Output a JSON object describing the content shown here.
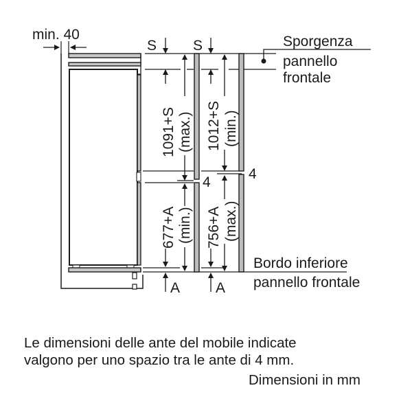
{
  "diagram": {
    "type": "installation-dimension-drawing",
    "subject": "built-in fridge-freezer cabinet doors",
    "labels": {
      "min_gap": "min. 40",
      "s_left": "S",
      "s_right": "S",
      "protrusion_line1": "Sporgenza",
      "protrusion_line2": "pannello",
      "protrusion_line3": "frontale",
      "upper_max_value": "1091+S",
      "upper_max_qual": "(max.)",
      "upper_min_value": "1012+S",
      "upper_min_qual": "(min.)",
      "gap_left": "4",
      "gap_right": "4",
      "lower_min_value": "677+A",
      "lower_min_qual": "(min.)",
      "lower_max_value": "756+A",
      "lower_max_qual": "(max.)",
      "a_left": "A",
      "a_right": "A",
      "bottom_edge_line1": "Bordo inferiore",
      "bottom_edge_line2": "pannello frontale"
    },
    "dimensions_mm": {
      "min_side_clearance": 40,
      "upper_door_max": "1091+S",
      "upper_door_min": "1012+S",
      "lower_door_min": "677+A",
      "lower_door_max": "756+A",
      "door_gap": 4
    }
  },
  "caption": {
    "line1": "Le dimensioni delle ante del mobile indicate",
    "line2": "valgono per uno spazio tra le ante di 4 mm.",
    "units": "Dimensioni in mm"
  }
}
